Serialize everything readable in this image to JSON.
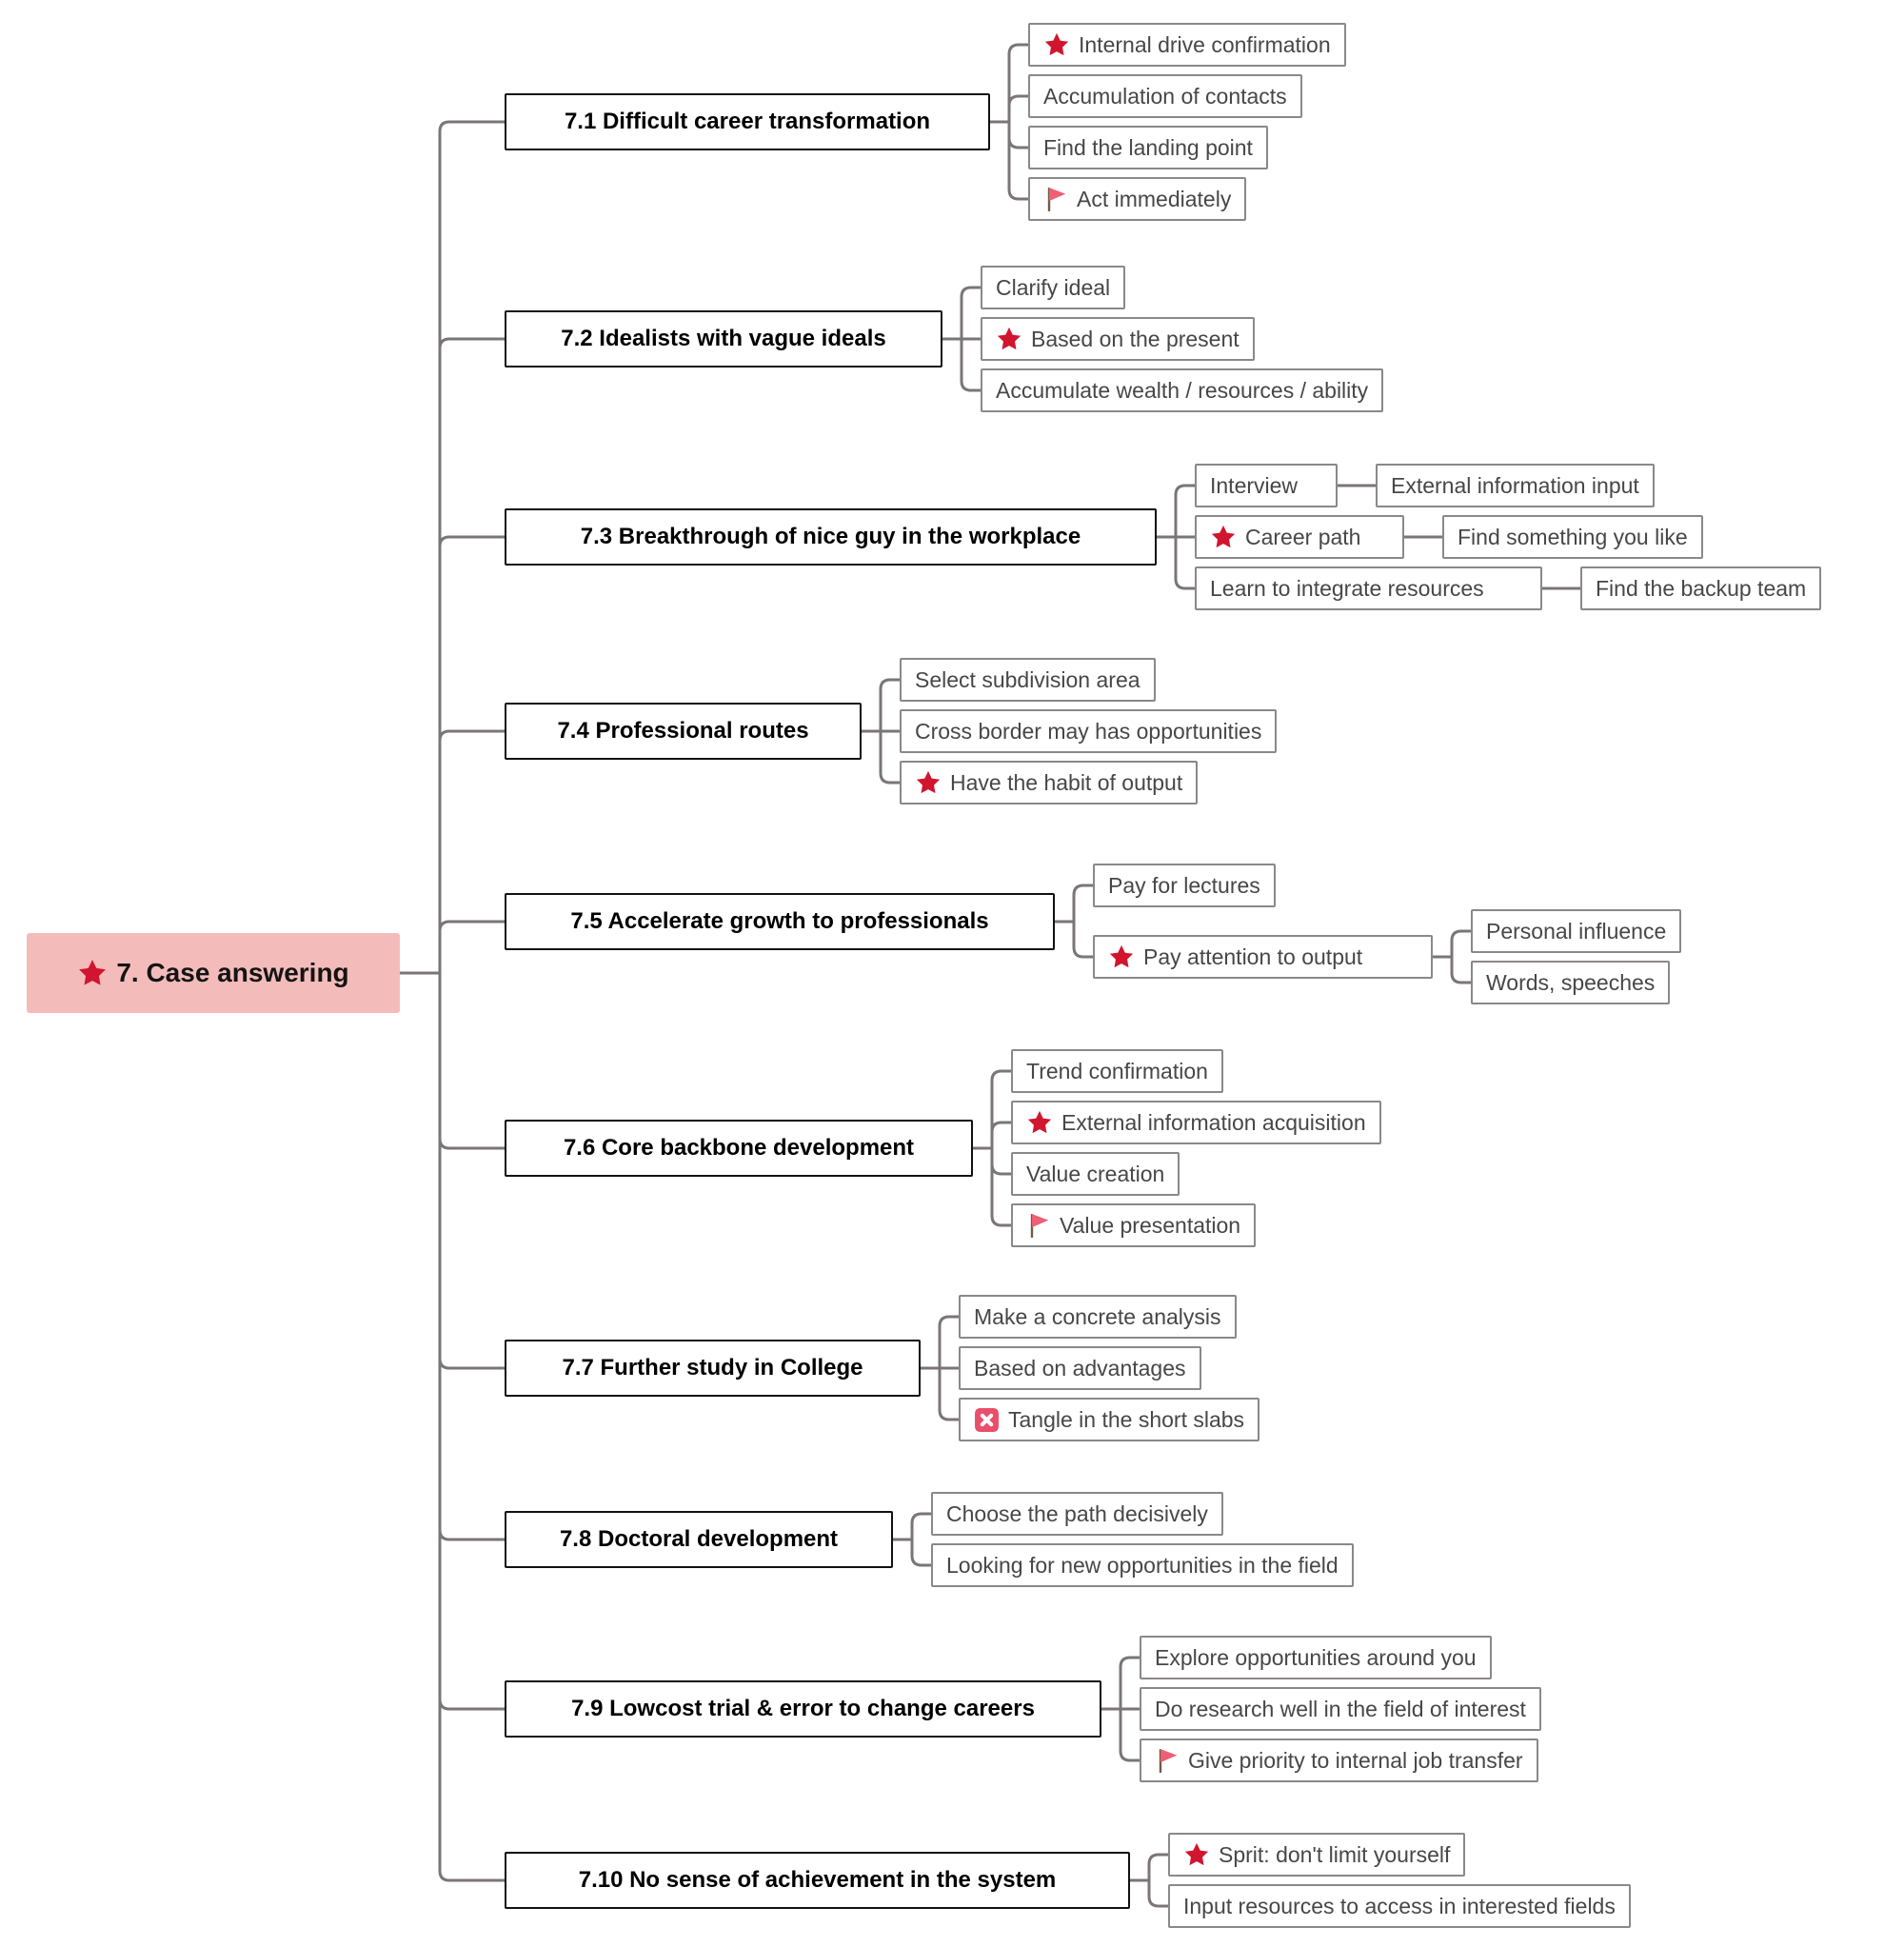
{
  "colors": {
    "background": "#ffffff",
    "connector": "#7b7577",
    "root_fill": "#f3bcba",
    "branch_border": "#111111",
    "leaf_border": "#8c8888",
    "leaf_text": "#474747",
    "star_icon": "#d2152e",
    "flag_icon": "#ee5f74",
    "flag_pole": "#6e5a48",
    "cross_icon": "#e84f6a"
  },
  "tree": {
    "root": {
      "label": "7. Case answering",
      "icon": "star-icon"
    },
    "branches": [
      {
        "label": "7.1 Difficult career transformation",
        "children": [
          {
            "label": "Internal drive confirmation",
            "icon": "star-icon"
          },
          {
            "label": "Accumulation of contacts"
          },
          {
            "label": "Find the landing point"
          },
          {
            "label": "Act immediately",
            "icon": "flag-icon"
          }
        ]
      },
      {
        "label": "7.2 Idealists with vague ideals",
        "children": [
          {
            "label": "Clarify ideal"
          },
          {
            "label": "Based on the present",
            "icon": "star-icon"
          },
          {
            "label": "Accumulate wealth / resources / ability"
          }
        ]
      },
      {
        "label": "7.3 Breakthrough of nice guy in the workplace",
        "children": [
          {
            "label": "Interview",
            "children": [
              {
                "label": "External information input"
              }
            ]
          },
          {
            "label": "Career path",
            "icon": "star-icon",
            "children": [
              {
                "label": "Find something you like"
              }
            ]
          },
          {
            "label": "Learn to integrate resources",
            "children": [
              {
                "label": "Find the backup team"
              }
            ]
          }
        ]
      },
      {
        "label": "7.4 Professional routes",
        "children": [
          {
            "label": "Select subdivision area"
          },
          {
            "label": "Cross border may has opportunities"
          },
          {
            "label": "Have the habit of output",
            "icon": "star-icon"
          }
        ]
      },
      {
        "label": "7.5 Accelerate growth to professionals",
        "children": [
          {
            "label": "Pay for lectures"
          },
          {
            "label": "Pay attention to output",
            "icon": "star-icon",
            "children": [
              {
                "label": "Personal influence"
              },
              {
                "label": "Words, speeches"
              }
            ]
          }
        ]
      },
      {
        "label": "7.6 Core backbone development",
        "children": [
          {
            "label": "Trend confirmation"
          },
          {
            "label": "External information acquisition",
            "icon": "star-icon"
          },
          {
            "label": "Value creation"
          },
          {
            "label": "Value presentation",
            "icon": "flag-icon"
          }
        ]
      },
      {
        "label": "7.7 Further study in College",
        "children": [
          {
            "label": "Make a concrete analysis"
          },
          {
            "label": "Based on advantages"
          },
          {
            "label": "Tangle in the short slabs",
            "icon": "cross-icon"
          }
        ]
      },
      {
        "label": "7.8 Doctoral development",
        "children": [
          {
            "label": "Choose the path decisively"
          },
          {
            "label": "Looking for new opportunities in the field"
          }
        ]
      },
      {
        "label": "7.9 Lowcost trial & error to change careers",
        "children": [
          {
            "label": "Explore opportunities around you"
          },
          {
            "label": "Do research well in the field of interest"
          },
          {
            "label": "Give priority to internal job transfer",
            "icon": "flag-icon"
          }
        ]
      },
      {
        "label": "7.10 No sense of achievement in the system",
        "children": [
          {
            "label": "Sprit: don't limit yourself",
            "icon": "star-icon"
          },
          {
            "label": "Input resources to access in interested fields"
          }
        ]
      }
    ]
  }
}
